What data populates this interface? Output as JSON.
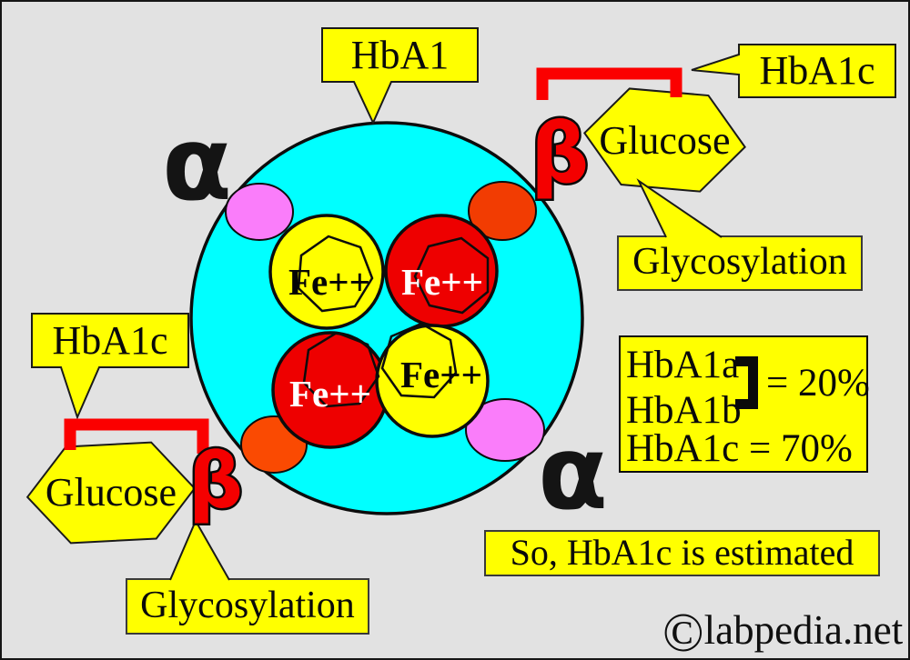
{
  "diagram": {
    "molecule_label": "HbA1",
    "chains": {
      "alpha_top": "α",
      "alpha_bottom": "α",
      "beta_top": "β",
      "beta_bottom": "β"
    },
    "heme_labels": [
      "Fe++",
      "Fe++",
      "Fe++",
      "Fe++"
    ],
    "annotations": {
      "hba1c_top": "HbA1c",
      "hba1c_left": "HbA1c",
      "glucose_top": "Glucose",
      "glucose_left": "Glucose",
      "glycosylation_top": "Glycosylation",
      "glycosylation_left": "Glycosylation"
    },
    "stats": {
      "line_a": "HbA1a",
      "line_b": "HbA1b",
      "ab_value": "= 20%",
      "c_line": "HbA1c = 70%"
    },
    "conclusion": "So, HbA1c is estimated",
    "watermark": {
      "symbol": "©",
      "text": "labpedia.net"
    },
    "colors": {
      "background": "#e2e2e2",
      "cell_cyan": "#00ffff",
      "callout_yellow": "#ffff00",
      "heme_red": "#ee0000",
      "bracket_red": "#fb0000",
      "rim_pink": "#fa7dfa",
      "rim_orange": "#fa4a02",
      "outline_black": "#0c0c0c"
    }
  }
}
